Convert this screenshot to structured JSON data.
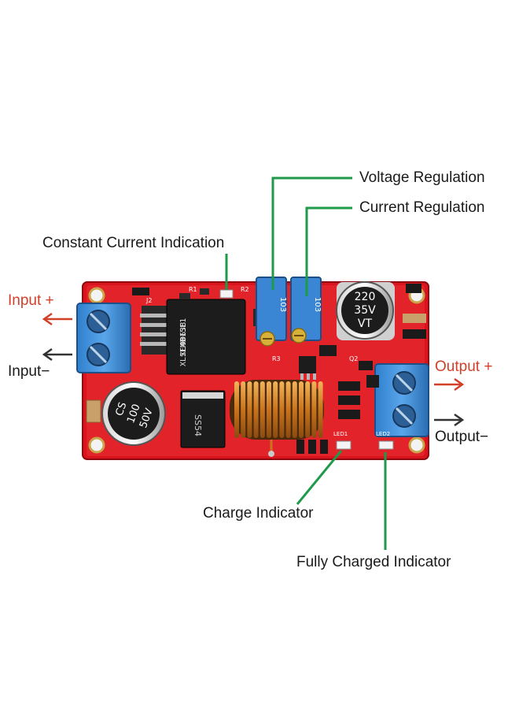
{
  "annotations": {
    "voltage_regulation": "Voltage Regulation",
    "current_regulation": "Current Regulation",
    "constant_current_indication": "Constant Current Indication",
    "input_plus": "Input +",
    "input_minus": "Input",
    "output_plus": "Output +",
    "output_minus": "Output",
    "charge_indicator": "Charge Indicator",
    "fully_charged_indicator": "Fully Charged Indicator"
  },
  "board_markings": {
    "chip_line1": "XLSEMI",
    "chip_line2": "XL4015E1",
    "chip_line3": "90638",
    "cap_large_1": "220",
    "cap_large_2": "35V",
    "cap_large_3": "VT",
    "cap_small_1": "CS",
    "cap_small_2": "100",
    "cap_small_3": "50V",
    "diode_mark": "SS54",
    "pot_mark": "103",
    "r1": "R1",
    "r2": "R2",
    "r3": "R3",
    "j2": "J2",
    "q2": "Q2",
    "led1": "LED1",
    "led2": "LED2"
  },
  "colors": {
    "pcb": "#d9141c",
    "terminal": "#3e8fd8",
    "pointer_green": "#1f9a4a",
    "arrow_red": "#d2402a",
    "coil": "#d88a2a"
  }
}
